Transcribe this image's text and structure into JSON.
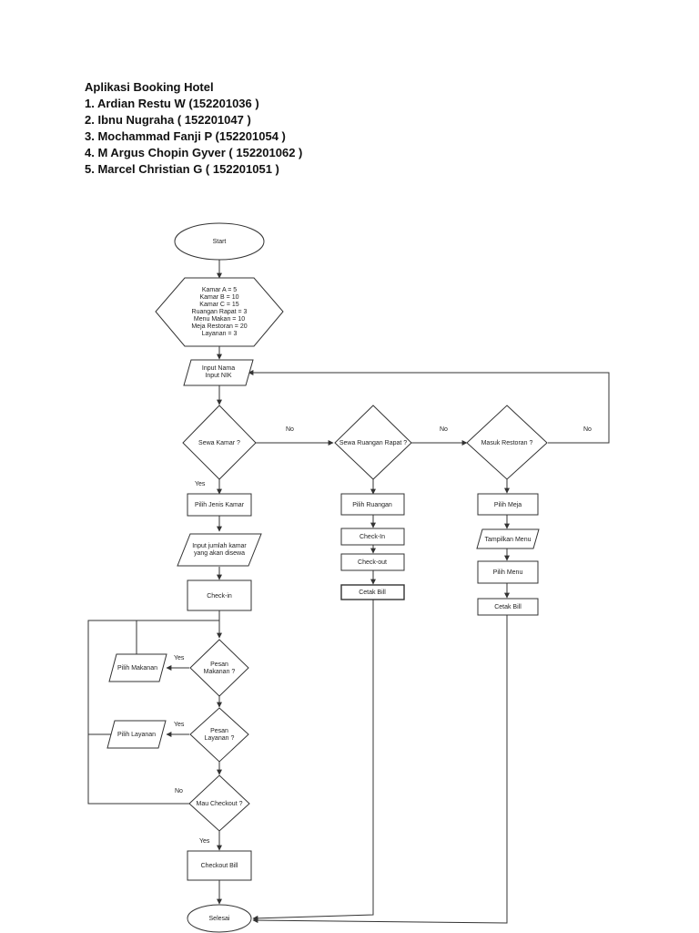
{
  "header": {
    "title": "Aplikasi Booking Hotel",
    "members": [
      "1. Ardian Restu W (152201036 )",
      "2. Ibnu Nugraha ( 152201047 )",
      "3. Mochammad Fanji P (152201054 )",
      "4. M Argus Chopin Gyver ( 152201062 )",
      "5. Marcel Christian G ( 152201051 )"
    ]
  },
  "flow": {
    "start": "Start",
    "init_lines": [
      "Kamar A = 5",
      "Kamar B = 10",
      "Kamar C = 15",
      "Ruangan Rapat = 3",
      "Menu Makan = 10",
      "Meja Restoran = 20",
      "Layanan = 3"
    ],
    "input_nama": [
      "Input Nama",
      "Input NIK"
    ],
    "q_sewa_kamar": "Sewa Kamar ?",
    "q_sewa_ruangan": "Sewa Ruangan Rapat ?",
    "q_masuk_restoran": "Masuk Restoran ?",
    "pilih_jenis_kamar": "Pilih Jenis Kamar",
    "input_jumlah": [
      "Input jumlah kamar",
      "yang akan disewa"
    ],
    "checkin_kamar": "Check-in",
    "pilih_ruangan": "Pilih Ruangan",
    "checkin_ruangan": "Check-In",
    "checkout_ruangan": "Check-out",
    "cetak_bill_ruangan": "Cetak Bill",
    "pilih_meja": "Pilih Meja",
    "tampilkan_menu": "Tampilkan Menu",
    "pilih_menu": "Pilih Menu",
    "cetak_bill_restoran": "Cetak Bill",
    "q_pesan_makanan": [
      "Pesan",
      "Makanan ?"
    ],
    "pilih_makanan": "Pilih Makanan",
    "q_pesan_layanan": [
      "Pesan",
      "Layanan ?"
    ],
    "pilih_layanan": "Pilih Layanan",
    "q_mau_checkout": "Mau Checkout ?",
    "checkout_bill": "Checkout Bill",
    "selesai": "Selesai",
    "labels": {
      "yes": "Yes",
      "no": "No"
    }
  }
}
